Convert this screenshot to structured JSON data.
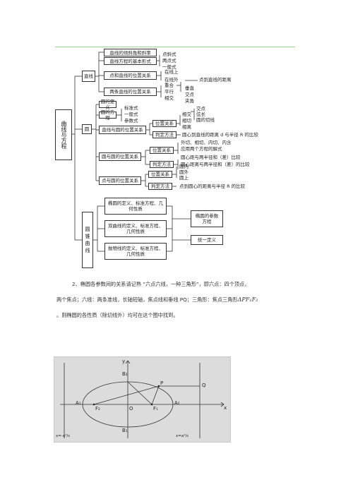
{
  "mindmap": {
    "root": "曲线与方程",
    "line": {
      "label": "直线",
      "b1": "直线的倾斜角和斜率",
      "b2": "直线方程的基本形式",
      "forms": [
        "点斜式",
        "两点式",
        "一般式"
      ],
      "b3": "点和直线的位置关系",
      "pos": [
        "在线上",
        "在线外"
      ],
      "pos_dist": "点到直线的距离",
      "b4": "两条直线的位置关系",
      "rel1": [
        "重合",
        "平行",
        "相交"
      ],
      "rel2": [
        "垂直",
        "交点",
        "夹角"
      ]
    },
    "circle": {
      "label": "圆",
      "b1": "圆的定义",
      "b2": "圆的方程",
      "eq": [
        "标准式",
        "一般式",
        "参数式"
      ],
      "b3": "直线与圆的位置关系",
      "b3_a": "位置关系",
      "b3_a_items": [
        "相交",
        "相切",
        "相离"
      ],
      "b3_a_extra": [
        "交点",
        "弦长",
        "圆的切线"
      ],
      "b3_b": "判定方法",
      "b3_b_text": "圆心到直线的距离 d 与半径 R 的比较",
      "b4": "圆与圆的位置关系",
      "b4_a": "位置关系",
      "b4_a_items": [
        "外切、相切、内切、内含",
        "应用两个方程的解式"
      ],
      "b4_b": "判定方法",
      "b4_b_items": [
        "圆心距与两半径和（差）比较",
        "圆心距离与两半径和（差）的比较"
      ],
      "b5": "点与圆的位置关系",
      "b5_a": "位置关系",
      "b5_a_items": [
        "圆内",
        "圆外",
        "圆上"
      ],
      "b5_b": "判定方法",
      "b5_b_text": "点到圆心的距离与半径 R 的比较"
    },
    "conic": {
      "label": [
        "圆",
        "锥",
        "曲",
        "线"
      ],
      "b1": "椭圆的定义、标准方程、几何性质",
      "b2": "双曲线的定义、标准方程、几何性质",
      "b3": "抛物线的定义、标准方程、几何性质",
      "r1": "椭圆的参数方程",
      "r2": "统一定义"
    }
  },
  "paragraph": {
    "l1": "2、椭圆各参数间的关系请记熟 “六点六线，一种三角形”，即六点：四个顶点，",
    "l2": "两个焦点；六线：两条准线，长轴短轴，焦点线和垂线 PQ；三角形：焦点三角形",
    "l2_math": "ΔPF₁F₂",
    "l3": "。则椭圆的各性质（除切线外）均可在这个图中找到。"
  },
  "figure": {
    "labels": {
      "y": "y",
      "x": "x",
      "B2": "B₂",
      "B1": "B₁",
      "A1": "A₁",
      "A2": "A₂",
      "F1": "F₁",
      "F2": "F₂",
      "O": "O",
      "P": "P",
      "Q": "Q",
      "dl": "x=-a²/c",
      "dr": "x=a²/c"
    }
  }
}
